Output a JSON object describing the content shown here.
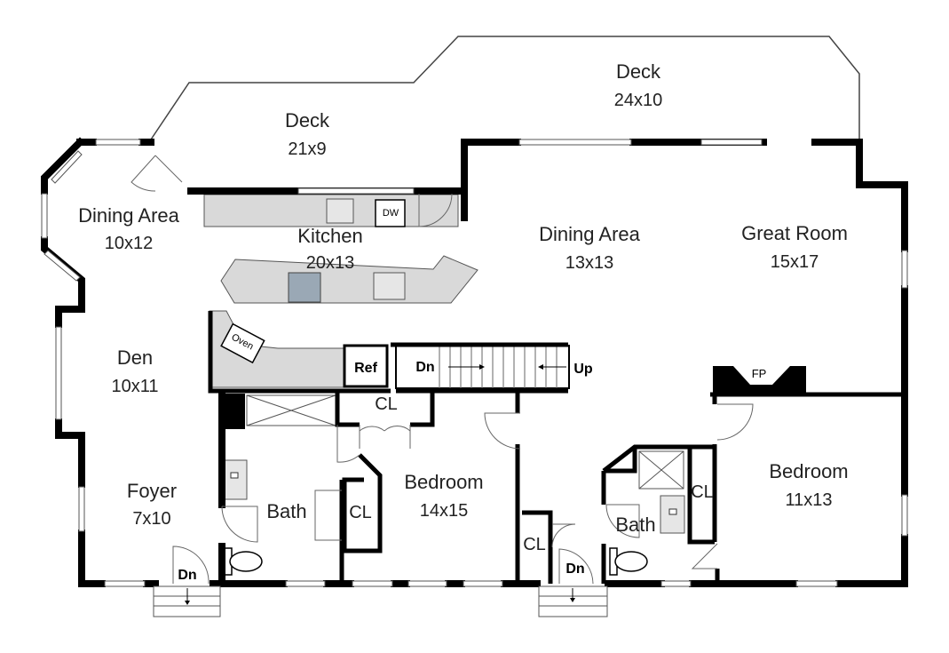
{
  "rooms": {
    "deck_left": {
      "name": "Deck",
      "size": "21x9"
    },
    "deck_right": {
      "name": "Deck",
      "size": "24x10"
    },
    "dining_area_left": {
      "name": "Dining Area",
      "size": "10x12"
    },
    "kitchen": {
      "name": "Kitchen",
      "size": "20x13"
    },
    "dining_area_center": {
      "name": "Dining Area",
      "size": "13x13"
    },
    "great_room": {
      "name": "Great Room",
      "size": "15x17"
    },
    "den": {
      "name": "Den",
      "size": "10x11"
    },
    "foyer": {
      "name": "Foyer",
      "size": "7x10"
    },
    "bath_left": {
      "name": "Bath"
    },
    "bedroom_center": {
      "name": "Bedroom",
      "size": "14x15"
    },
    "bath_right": {
      "name": "Bath"
    },
    "bedroom_right": {
      "name": "Bedroom",
      "size": "11x13"
    }
  },
  "labels": {
    "dw": "DW",
    "oven": "Oven",
    "ref": "Ref",
    "dn_stair": "Dn",
    "up_stair": "Up",
    "fp": "FP",
    "cl_top": "CL",
    "cl_bath_left": "CL",
    "cl_hall": "CL",
    "cl_bath_right": "CL",
    "dn_foyer": "Dn",
    "dn_hall": "Dn"
  }
}
